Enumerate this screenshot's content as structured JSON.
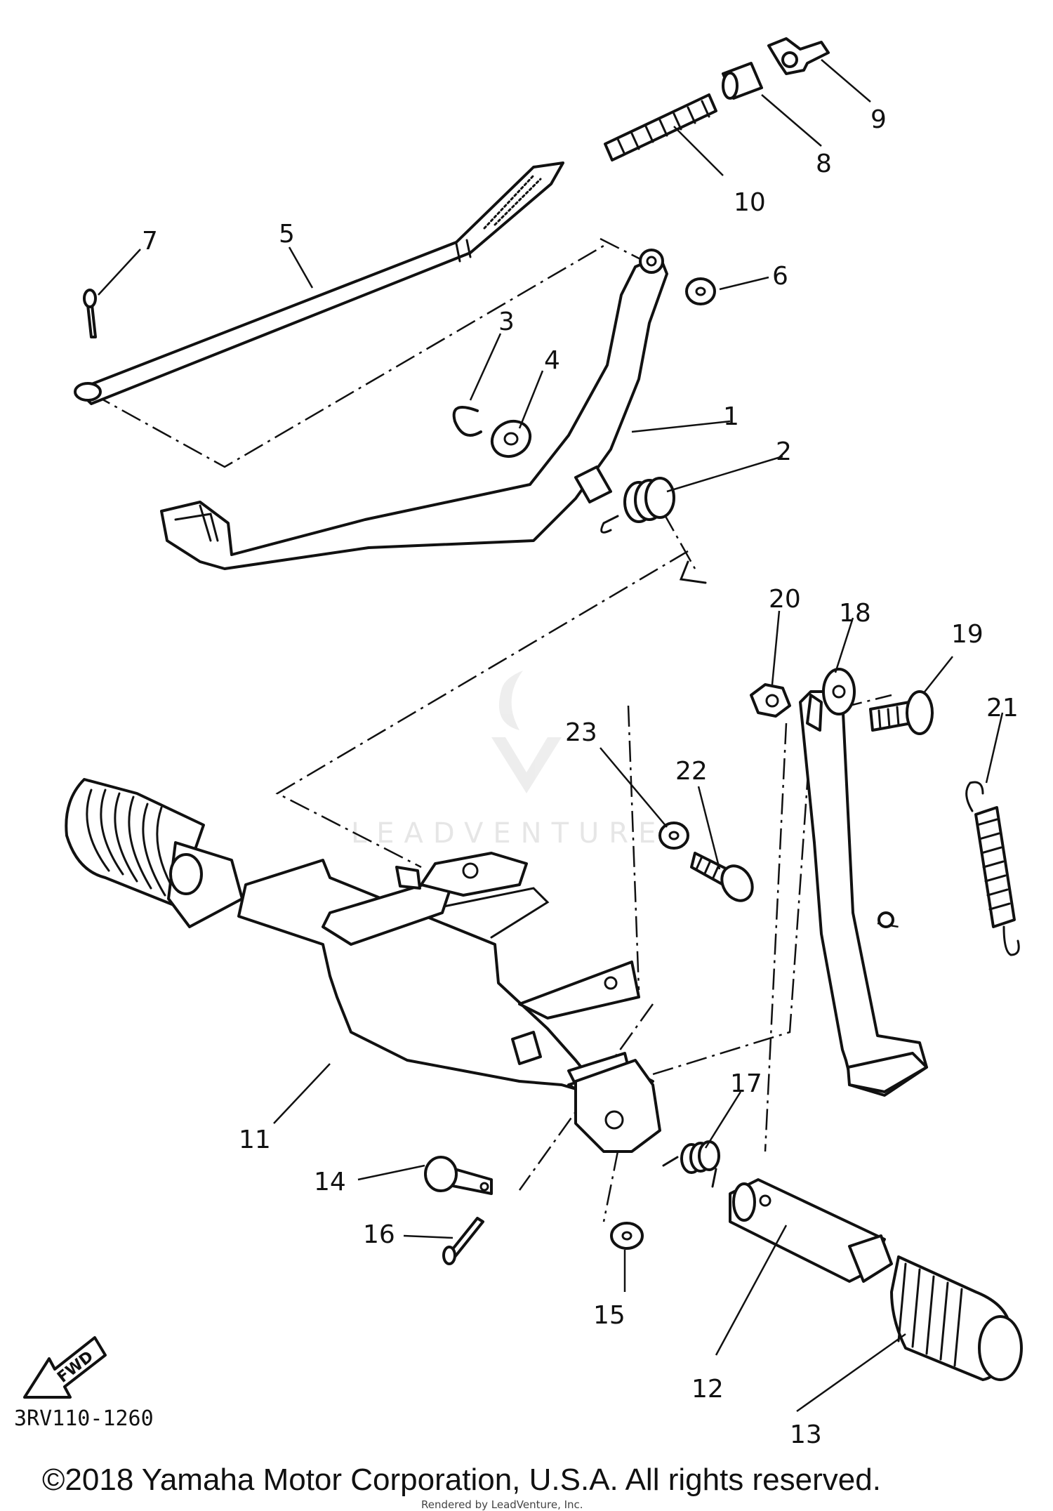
{
  "diagram": {
    "part_numbers": [
      "1",
      "2",
      "3",
      "4",
      "5",
      "6",
      "7",
      "8",
      "9",
      "10",
      "11",
      "12",
      "13",
      "14",
      "15",
      "16",
      "17",
      "18",
      "19",
      "20",
      "21",
      "22",
      "23"
    ],
    "diagram_code": "3RV110-1260",
    "fwd_label": "FWD",
    "copyright": "©2018 Yamaha Motor Corporation, U.S.A. All rights reserved.",
    "rendered_by": "Rendered by LeadVenture, Inc.",
    "watermark": "LEADVENTURE"
  }
}
